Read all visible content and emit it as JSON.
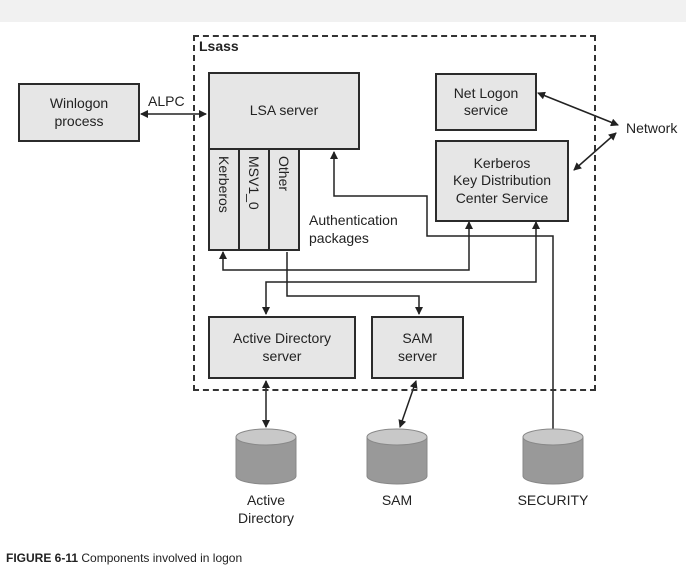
{
  "lsass_label": "Lsass",
  "winlogon_label": "Winlogon\nprocess",
  "alpc_label": "ALPC",
  "lsa_server_label": "LSA server",
  "packages": {
    "kerberos": "Kerberos",
    "msv1_0": "MSV1_0",
    "other": "Other"
  },
  "auth_packages_label": "Authentication\npackages",
  "netlogon_label": "Net Logon\nservice",
  "kdc_label": "Kerberos\nKey Distribution\nCenter Service",
  "network_label": "Network",
  "ad_server_label": "Active Directory\nserver",
  "sam_server_label": "SAM\nserver",
  "databases": {
    "active_directory": "Active\nDirectory",
    "sam": "SAM",
    "security": "SECURITY"
  },
  "caption": {
    "figure_number": "FIGURE 6-11",
    "text": "Components involved in logon"
  }
}
